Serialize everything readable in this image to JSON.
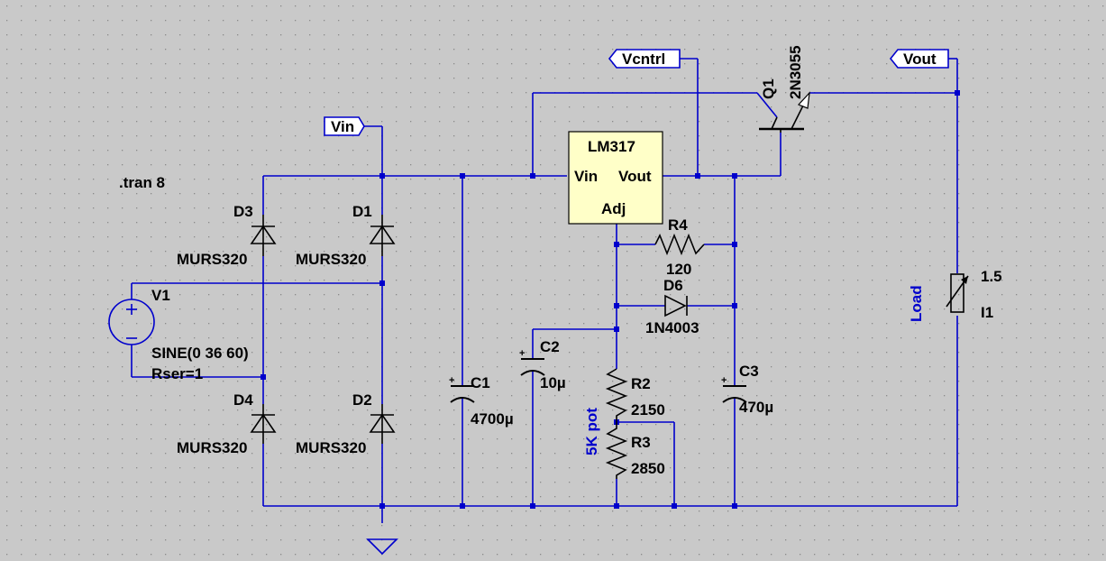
{
  "directive": ".tran 8",
  "flags": {
    "vin": "Vin",
    "vcntrl": "Vcntrl",
    "vout": "Vout"
  },
  "components": {
    "d1": {
      "ref": "D1",
      "model": "MURS320"
    },
    "d2": {
      "ref": "D2",
      "model": "MURS320"
    },
    "d3": {
      "ref": "D3",
      "model": "MURS320"
    },
    "d4": {
      "ref": "D4",
      "model": "MURS320"
    },
    "v1": {
      "ref": "V1",
      "value": "SINE(0 36 60)",
      "param": "Rser=1"
    },
    "c1": {
      "ref": "C1",
      "value": "4700µ"
    },
    "c2": {
      "ref": "C2",
      "value": "10µ"
    },
    "c3": {
      "ref": "C3",
      "value": "470µ"
    },
    "u1": {
      "name": "LM317",
      "pin_vin": "Vin",
      "pin_vout": "Vout",
      "pin_adj": "Adj"
    },
    "r4": {
      "ref": "R4",
      "value": "120"
    },
    "d6": {
      "ref": "D6",
      "model": "1N4003"
    },
    "r2": {
      "ref": "R2",
      "value": "2150"
    },
    "r3": {
      "ref": "R3",
      "value": "2850"
    },
    "pot_label": "5K pot",
    "q1": {
      "ref": "Q1",
      "model": "2N3055"
    },
    "i1": {
      "ref": "I1",
      "value": "1.5",
      "label": "Load"
    }
  },
  "colors": {
    "background": "#c9c9c9",
    "grid_dot": "#8a8a8a",
    "wire": "#0000cc",
    "ic_fill": "#ffffc8",
    "text": "#000000",
    "comment_text": "#0000cc"
  }
}
